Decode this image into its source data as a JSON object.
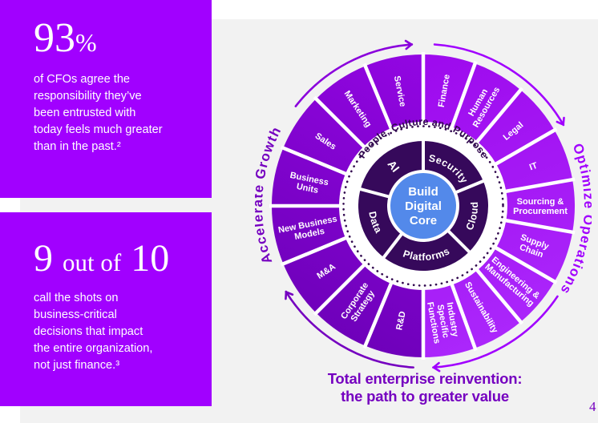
{
  "page": {
    "page_number": "4"
  },
  "colors": {
    "brand_purple": "#A100FF",
    "dark_purple": "#7500C0",
    "panel_gray": "#F2F2F2",
    "outer_left_from": "#6B00B6",
    "outer_left_to": "#9406E4",
    "outer_right_from": "#9E0BEE",
    "outer_right_to": "#AC28FC",
    "inner_ring": "#36095B",
    "core_blue": "#5389EA",
    "ring_text": "#31084F",
    "arc_left_top": "#8A00DC",
    "arc_left_bottom": "#7500C0",
    "arc_right": "#A100FF",
    "caption": "#7500C0",
    "divider_white": "#FFFFFF"
  },
  "stats": [
    {
      "headline": {
        "big": "93",
        "pct": "%"
      },
      "body_lines": [
        "of CFOs agree the",
        "responsibility they’ve",
        "been entrusted with",
        "today feels much greater",
        "than in the past.²"
      ]
    },
    {
      "headline": {
        "big1": "9",
        "mid": "out of",
        "big2": "10"
      },
      "body_lines": [
        "call the shots on",
        "business-critical",
        "decisions that impact",
        "the entire organization,",
        "not just finance.³"
      ]
    }
  ],
  "wheel": {
    "center_label_lines": [
      "Build",
      "Digital",
      "Core"
    ],
    "ring_label": "People, Culture and Purpose",
    "inner_segments": [
      {
        "label": "Security"
      },
      {
        "label": "Cloud"
      },
      {
        "label": "Platforms"
      },
      {
        "label": "Data"
      },
      {
        "label": "AI"
      }
    ],
    "outer_segments_right": [
      {
        "label": "Finance",
        "lines": [
          "Finance"
        ]
      },
      {
        "label": "Human Resources",
        "lines": [
          "Human",
          "Resources"
        ]
      },
      {
        "label": "Legal",
        "lines": [
          "Legal"
        ]
      },
      {
        "label": "IT",
        "lines": [
          "IT"
        ]
      },
      {
        "label": "Sourcing & Procurement",
        "lines": [
          "Sourcing &",
          "Procurement"
        ]
      },
      {
        "label": "Supply Chain",
        "lines": [
          "Supply",
          "Chain"
        ]
      },
      {
        "label": "Engineering & Manufacturing",
        "lines": [
          "Engineering &",
          "Manufacturing"
        ]
      },
      {
        "label": "Sustainability",
        "lines": [
          "Sustainability"
        ]
      },
      {
        "label": "Industry Specific Functions",
        "lines": [
          "Industry",
          "Specific",
          "Functions"
        ]
      }
    ],
    "outer_segments_left": [
      {
        "label": "R&D",
        "lines": [
          "R&D"
        ]
      },
      {
        "label": "Corporate Strategy",
        "lines": [
          "Corporate",
          "Strategy"
        ]
      },
      {
        "label": "M&A",
        "lines": [
          "M&A"
        ]
      },
      {
        "label": "New Business Models",
        "lines": [
          "New Business",
          "Models"
        ]
      },
      {
        "label": "Business Units",
        "lines": [
          "Business",
          "Units"
        ]
      },
      {
        "label": "Sales",
        "lines": [
          "Sales"
        ]
      },
      {
        "label": "Marketing",
        "lines": [
          "Marketing"
        ]
      },
      {
        "label": "Service",
        "lines": [
          "Service"
        ]
      }
    ],
    "side_labels": {
      "left": "Accelerate Growth",
      "right": "Optimize Operations"
    },
    "caption_lines": [
      "Total enterprise reinvention:",
      "the path to greater value"
    ]
  }
}
